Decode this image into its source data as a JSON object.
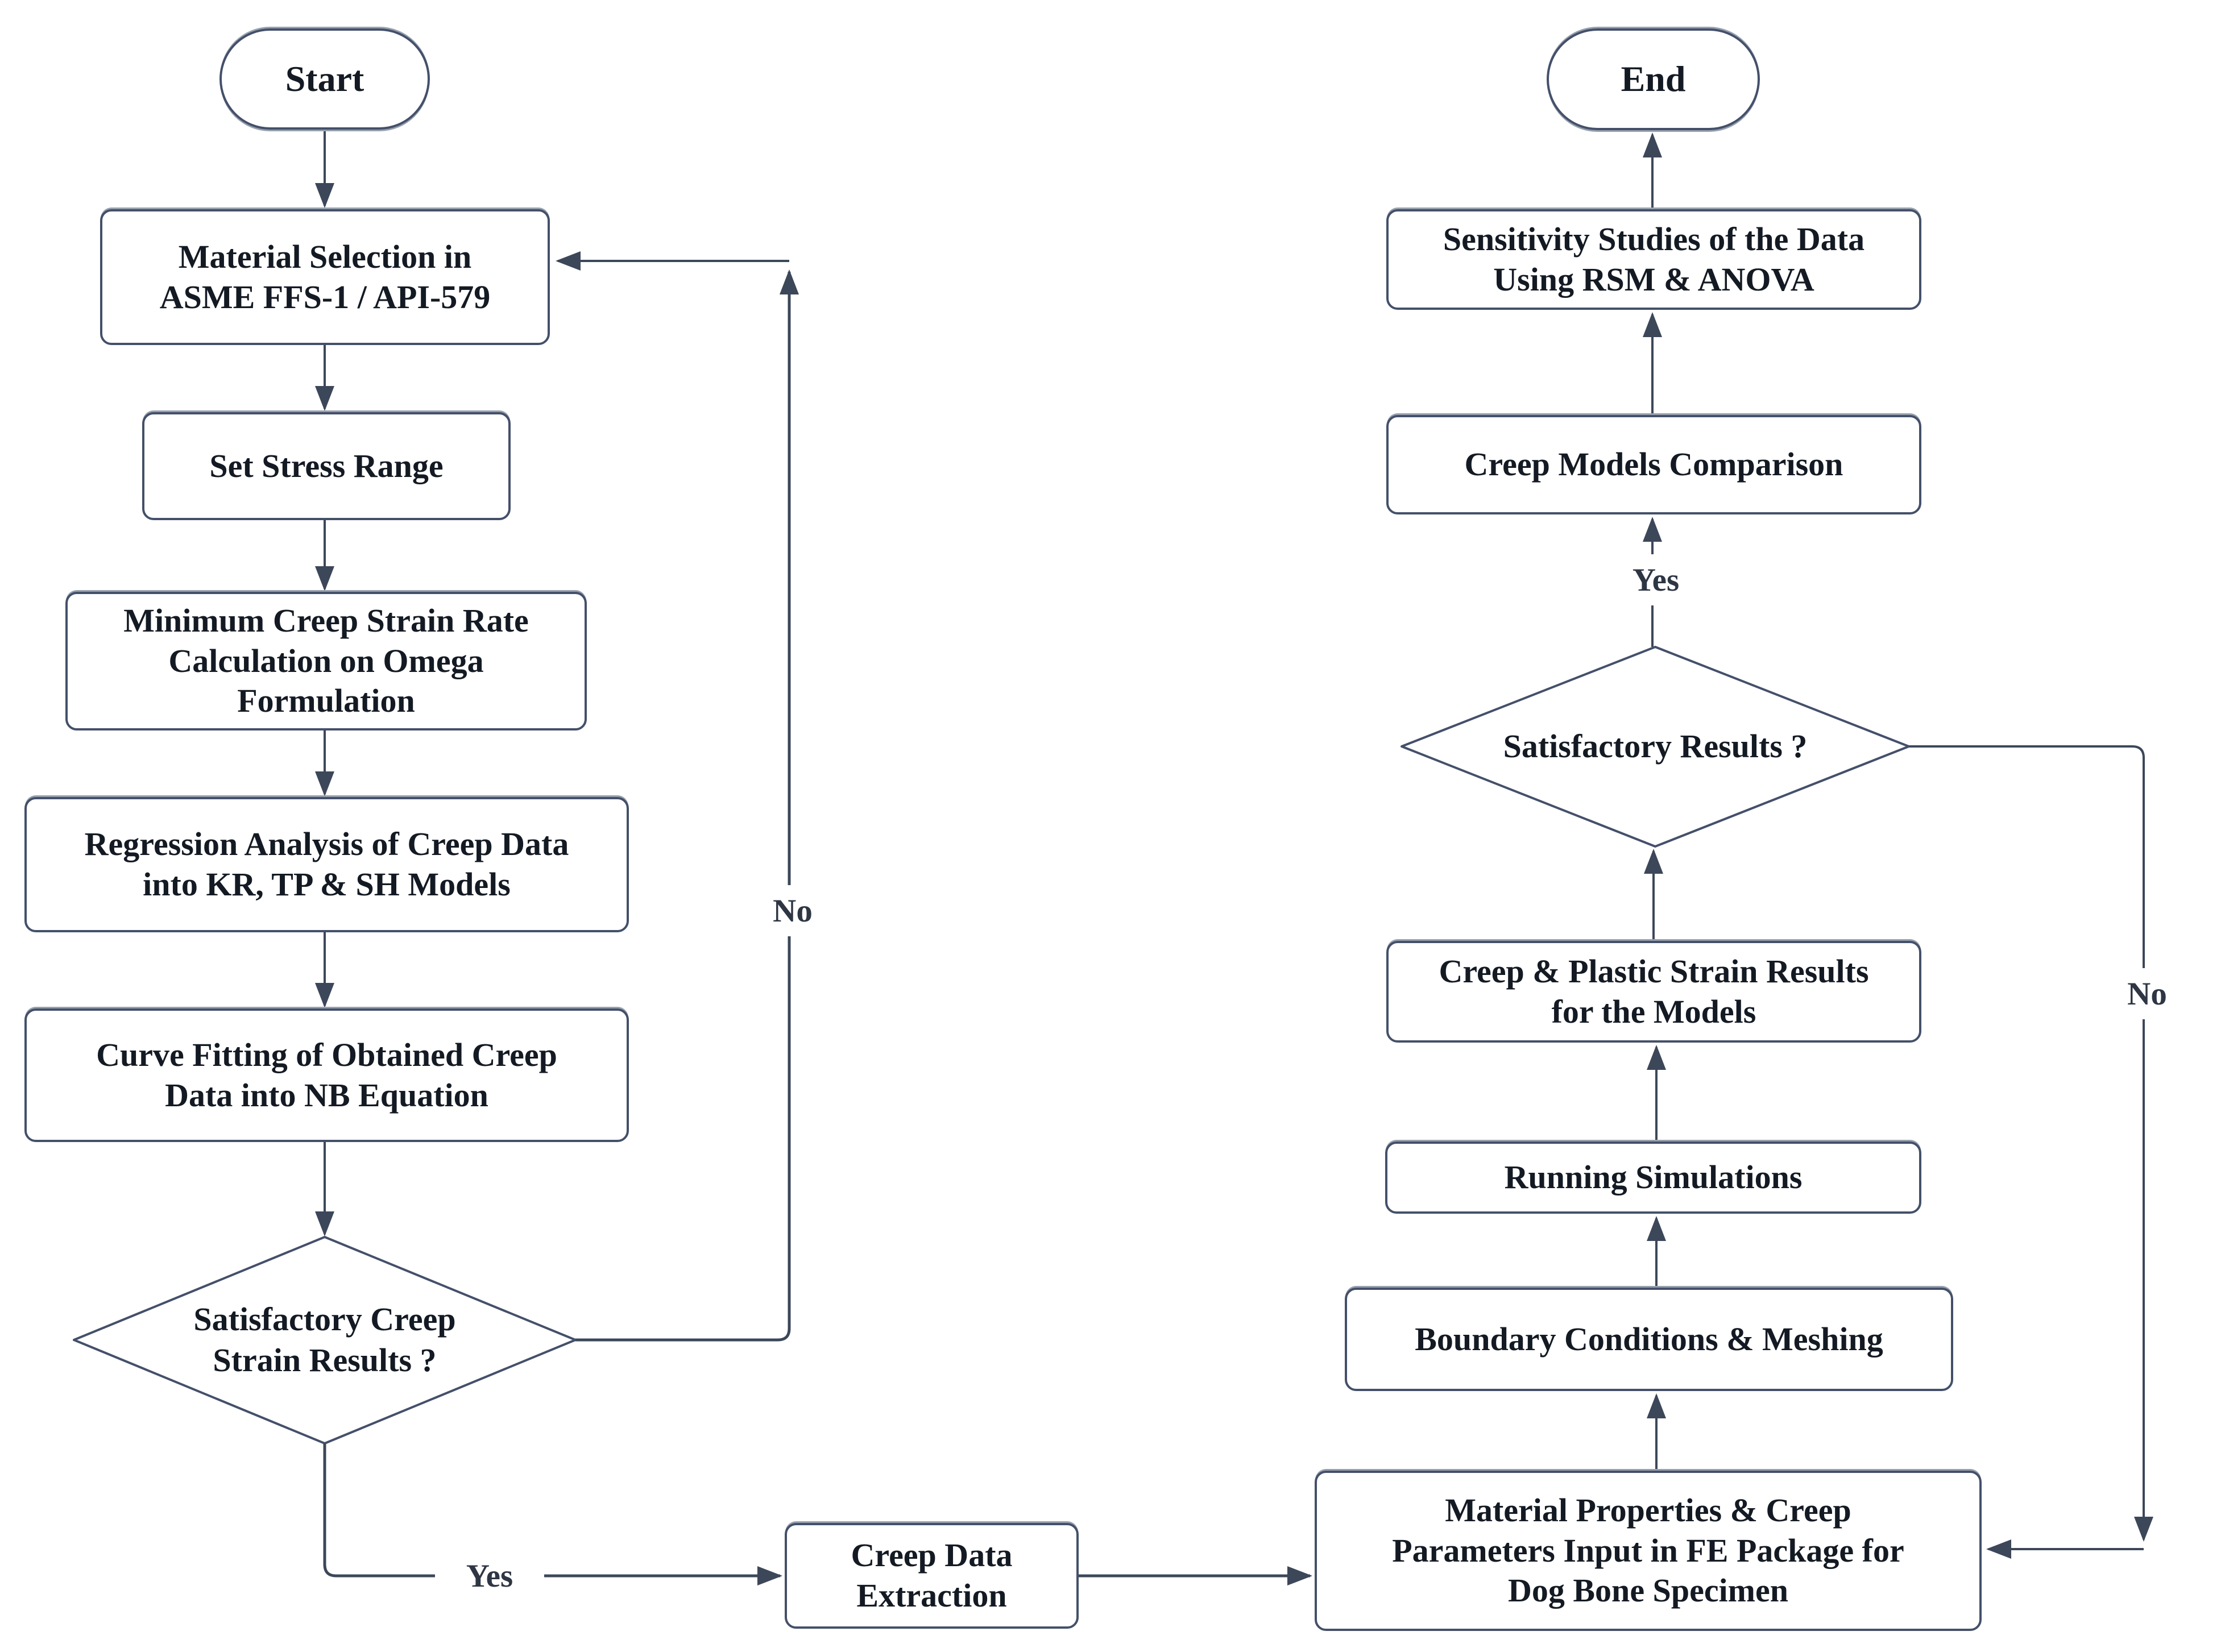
{
  "diagram": {
    "type": "flowchart",
    "colors": {
      "stroke": "#44506a",
      "text": "#141a23",
      "background": "#ffffff"
    },
    "nodes": {
      "start": {
        "type": "terminator",
        "label": "Start"
      },
      "material_selection": {
        "type": "process",
        "label": "Material Selection in\nASME FFS-1 / API-579"
      },
      "set_stress_range": {
        "type": "process",
        "label": "Set Stress Range"
      },
      "min_creep_rate": {
        "type": "process",
        "label": "Minimum Creep Strain Rate\nCalculation on Omega\nFormulation"
      },
      "regression_analysis": {
        "type": "process",
        "label": "Regression Analysis of Creep Data\ninto KR, TP & SH Models"
      },
      "curve_fitting": {
        "type": "process",
        "label": "Curve Fitting of Obtained Creep\nData into NB Equation"
      },
      "satisfactory_creep_strain": {
        "type": "decision",
        "label": "Satisfactory Creep\nStrain Results ?"
      },
      "creep_data_extraction": {
        "type": "process",
        "label": "Creep Data\nExtraction"
      },
      "material_properties_input": {
        "type": "process",
        "label": "Material Properties & Creep\nParameters Input in FE Package for\nDog Bone Specimen"
      },
      "boundary_conditions": {
        "type": "process",
        "label": "Boundary Conditions & Meshing"
      },
      "running_simulations": {
        "type": "process",
        "label": "Running Simulations"
      },
      "creep_plastic_results": {
        "type": "process",
        "label": "Creep & Plastic Strain Results\nfor the Models"
      },
      "satisfactory_results": {
        "type": "decision",
        "label": "Satisfactory Results ?"
      },
      "creep_models_comparison": {
        "type": "process",
        "label": "Creep Models Comparison"
      },
      "sensitivity_studies": {
        "type": "process",
        "label": "Sensitivity Studies of the Data\nUsing RSM & ANOVA"
      },
      "end": {
        "type": "terminator",
        "label": "End"
      }
    },
    "edge_labels": {
      "yes_left": "Yes",
      "no_left": "No",
      "yes_right": "Yes",
      "no_right": "No"
    }
  }
}
